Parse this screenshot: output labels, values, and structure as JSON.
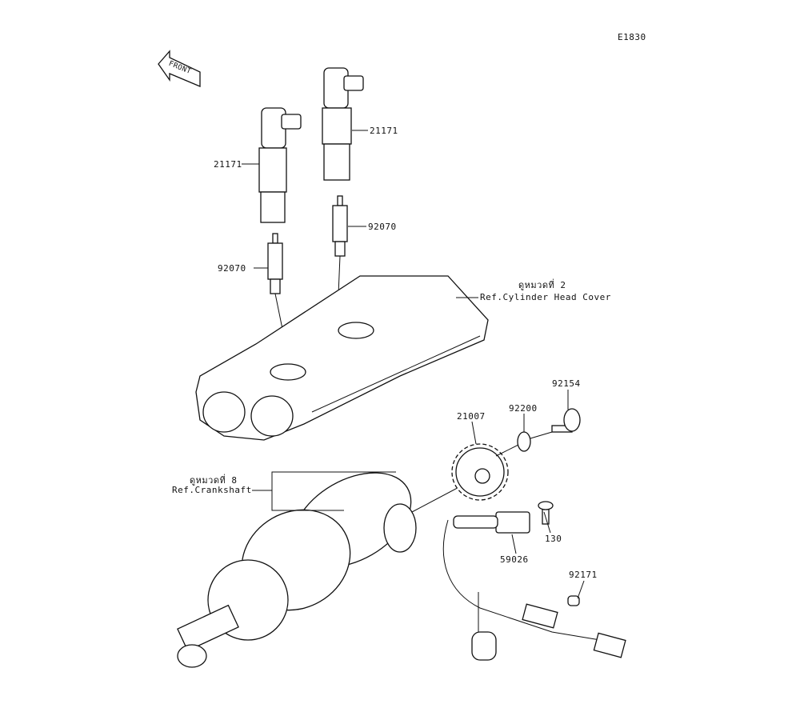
{
  "diagram_code": "E1830",
  "front_arrow": "FRONT",
  "callouts": {
    "ignition_coil_left": "21171",
    "ignition_coil_right": "21171",
    "spark_plug_left": "92070",
    "spark_plug_right": "92070",
    "bolt": "92154",
    "washer": "92200",
    "rotor": "21007",
    "pickup_bolt": "130",
    "pickup_coil": "59026",
    "clamp": "92171"
  },
  "refs": {
    "head_cover_thai": "ดูหมวดที่ 2",
    "head_cover": "Ref.Cylinder Head Cover",
    "crankshaft_thai": "ดูหมวดที่ 8",
    "crankshaft": "Ref.Crankshaft"
  }
}
